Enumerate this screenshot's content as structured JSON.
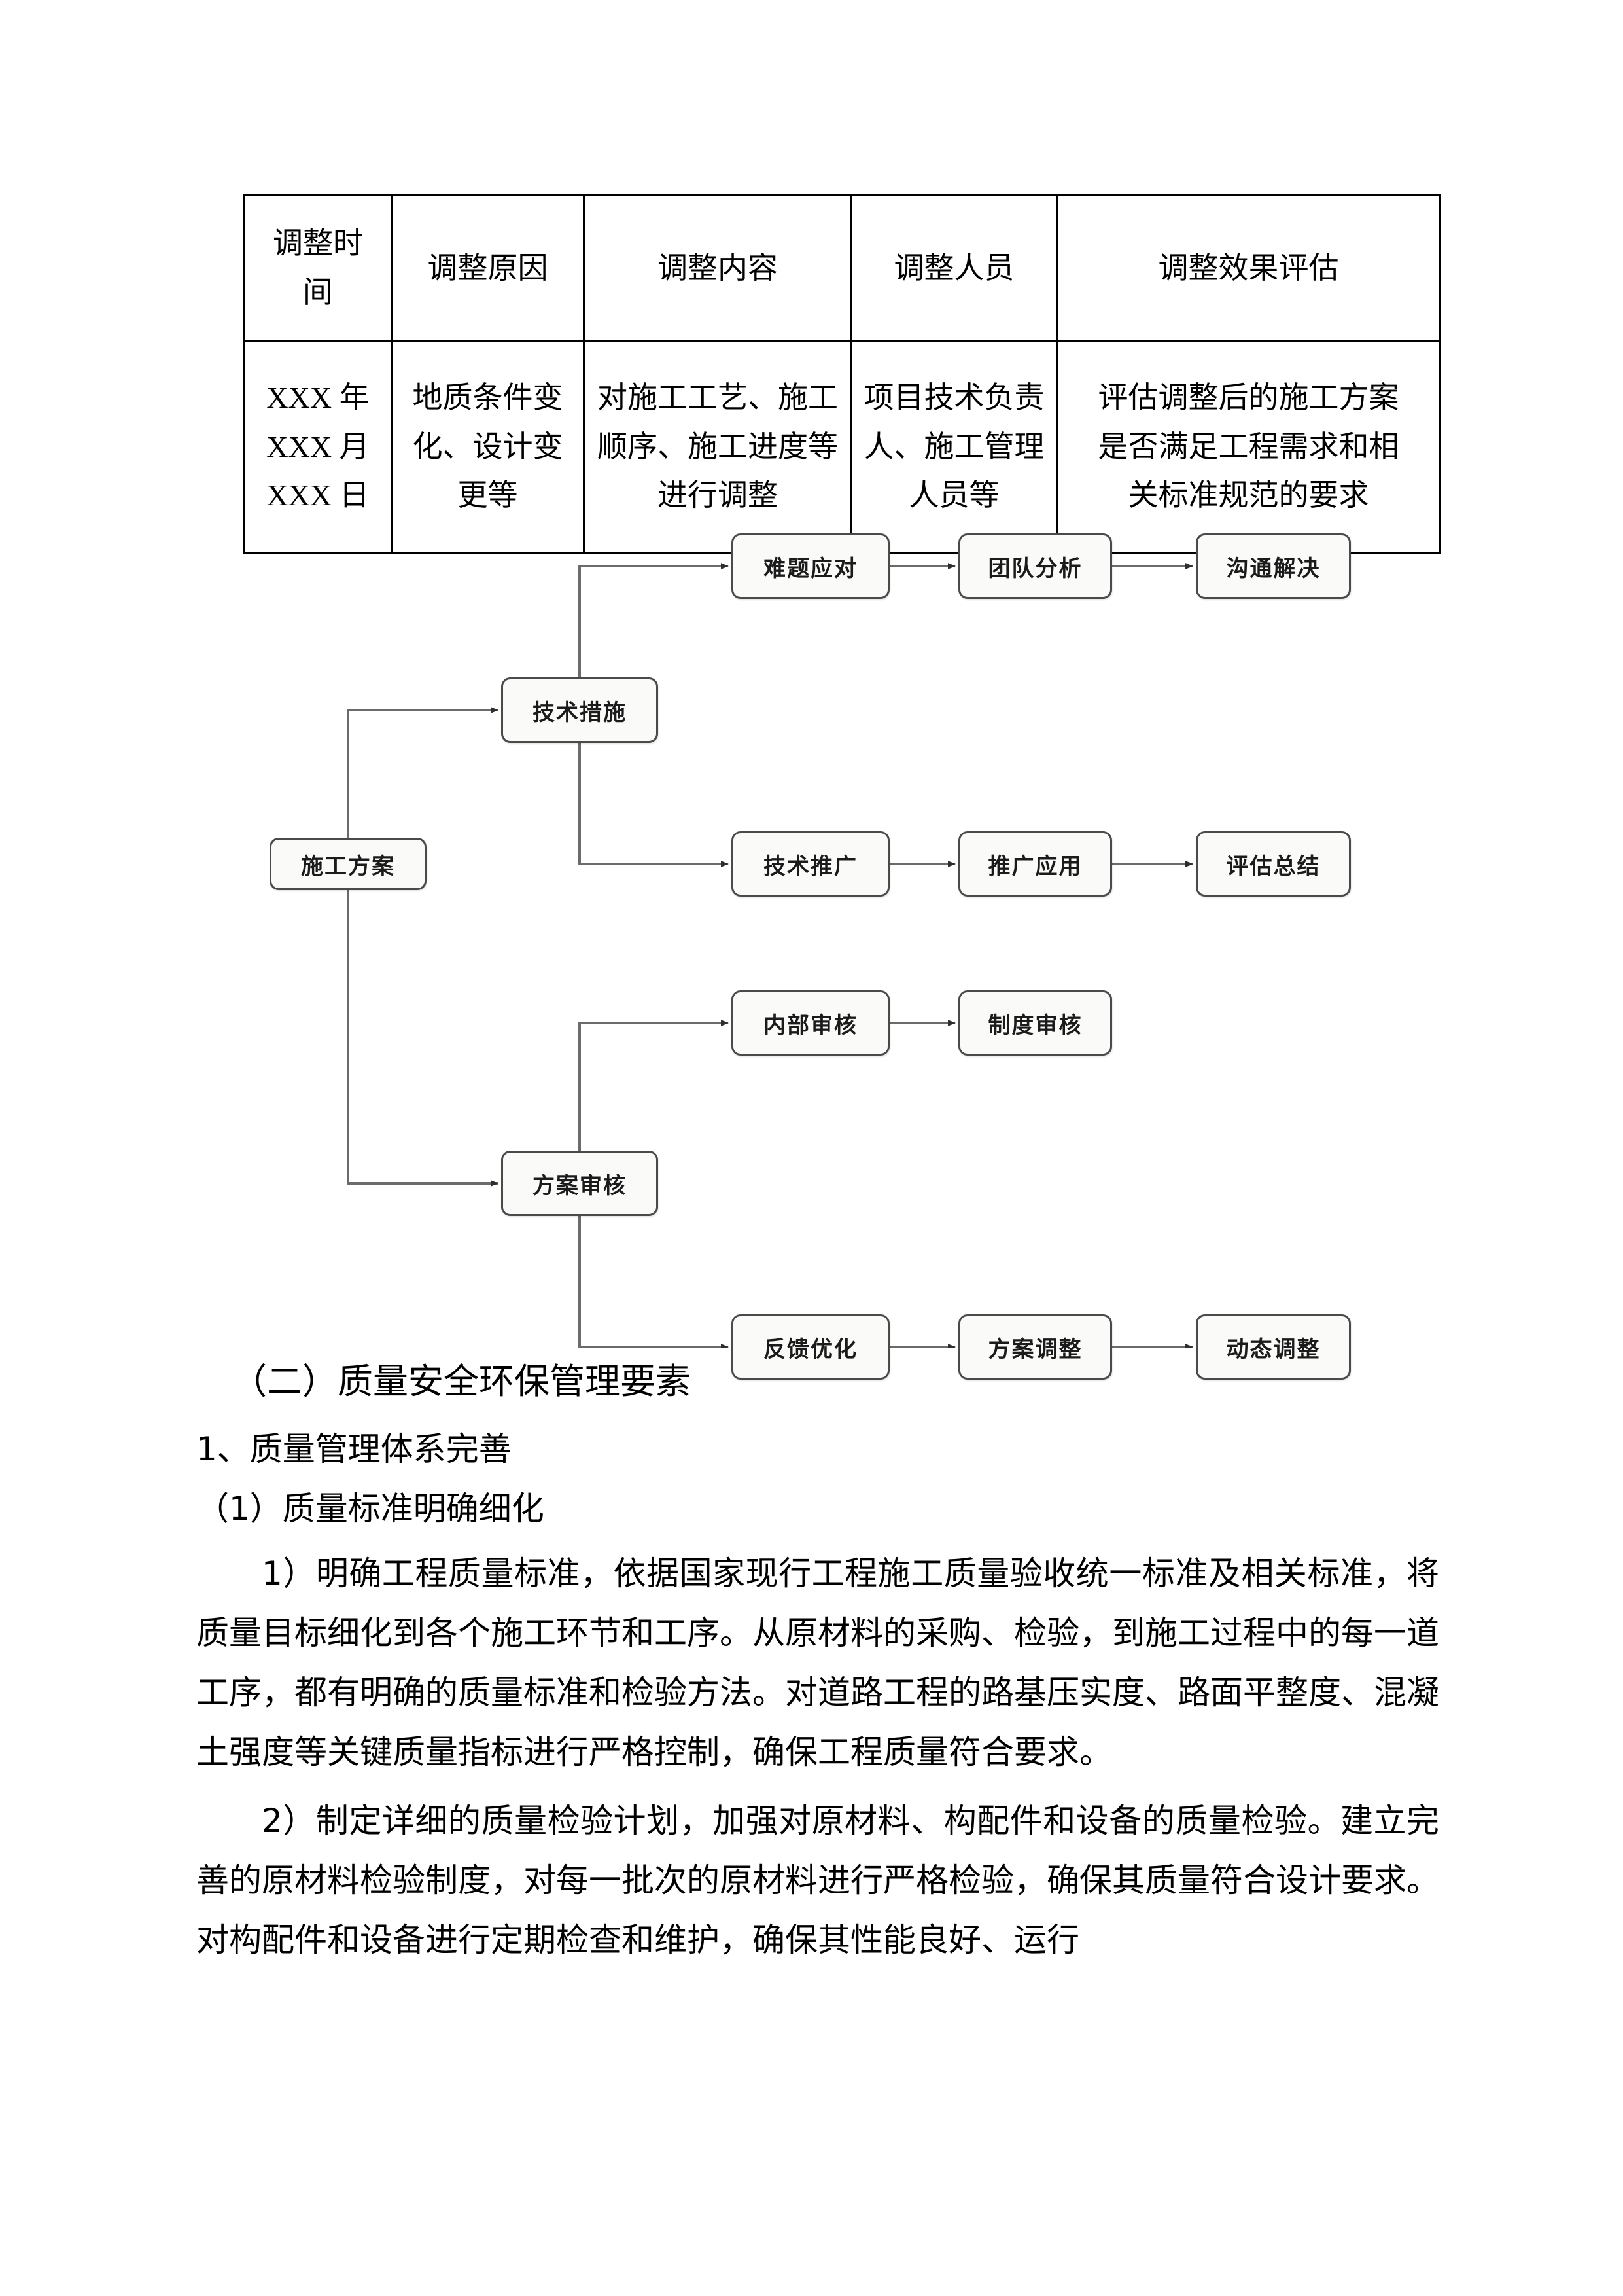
{
  "table": {
    "headers": [
      "调整时间",
      "调整原因",
      "调整内容",
      "调整人员",
      "调整效果评估"
    ],
    "header_lines": [
      [
        "调整时",
        "间"
      ],
      [
        "调整原因"
      ],
      [
        "调整内容"
      ],
      [
        "调整人员"
      ],
      [
        "调整效果评估"
      ]
    ],
    "rows": [
      {
        "time": [
          "XXX 年",
          "XXX 月",
          "XXX 日"
        ],
        "reason": [
          "地质条件变",
          "化、设计变",
          "更等"
        ],
        "content": [
          "对施工工艺、施工",
          "顺序、施工进度等",
          "进行调整"
        ],
        "personnel": [
          "项目技术负责",
          "人、施工管理",
          "人员等"
        ],
        "evaluation": [
          "评估调整后的施工方案",
          "是否满足工程需求和相",
          "关标准规范的要求"
        ]
      }
    ]
  },
  "flowchart": {
    "root": "施工方案",
    "branches": [
      {
        "label": "技术措施",
        "chains": [
          [
            "难题应对",
            "团队分析",
            "沟通解决"
          ],
          [
            "技术推广",
            "推广应用",
            "评估总结"
          ]
        ]
      },
      {
        "label": "方案审核",
        "chains": [
          [
            "内部审核",
            "制度审核"
          ],
          [
            "反馈优化",
            "方案调整",
            "动态调整"
          ]
        ]
      }
    ],
    "nodes": {
      "root": "施工方案",
      "tech": "技术措施",
      "review": "方案审核",
      "r1c1": "难题应对",
      "r1c2": "团队分析",
      "r1c3": "沟通解决",
      "r2c1": "技术推广",
      "r2c2": "推广应用",
      "r2c3": "评估总结",
      "r3c1": "内部审核",
      "r3c2": "制度审核",
      "r4c1": "反馈优化",
      "r4c2": "方案调整",
      "r4c3": "动态调整"
    },
    "colors": {
      "node_fill": "#fafaf8",
      "node_border": "#4a4a4a",
      "connector": "#6b6b6b",
      "text": "#1b1b1b"
    }
  },
  "body": {
    "section_heading": "（二）质量安全环保管理要素",
    "sub_heading_1": "1、质量管理体系完善",
    "sub_heading_2": "（1）质量标准明确细化",
    "paragraph_1": "1）明确工程质量标准，依据国家现行工程施工质量验收统一标准及相关标准，将质量目标细化到各个施工环节和工序。从原材料的采购、检验，到施工过程中的每一道工序，都有明确的质量标准和检验方法。对道路工程的路基压实度、路面平整度、混凝土强度等关键质量指标进行严格控制，确保工程质量符合要求。",
    "paragraph_2": "2）制定详细的质量检验计划，加强对原材料、构配件和设备的质量检验。建立完善的原材料检验制度，对每一批次的原材料进行严格检验，确保其质量符合设计要求。对构配件和设备进行定期检查和维护，确保其性能良好、运行"
  }
}
